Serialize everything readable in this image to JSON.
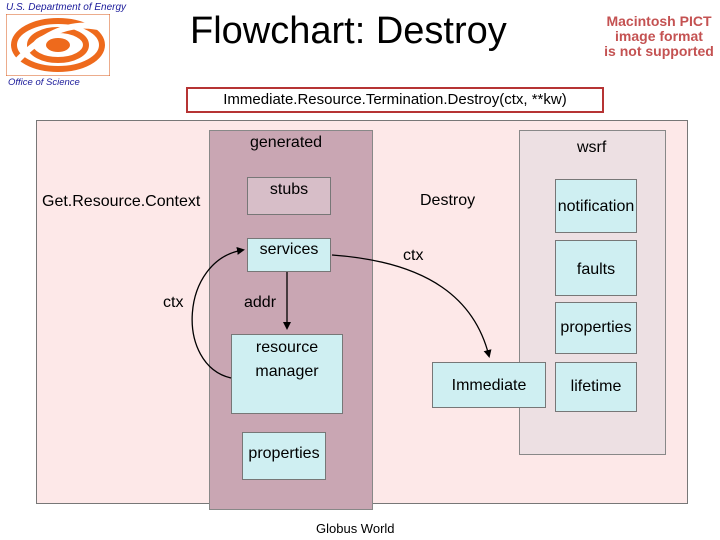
{
  "header": {
    "org_top": "U.S. Department of Energy",
    "org_bottom": "Office of Science",
    "title": "Flowchart: Destroy",
    "pict_placeholder": [
      "Macintosh PICT",
      "image format",
      "is not supported"
    ],
    "signature": "Immediate.Resource.Termination.Destroy(ctx, **kw)"
  },
  "diagram": {
    "generated_label": "generated",
    "wsrf_label": "wsrf",
    "get_resource_context": "Get.Resource.Context",
    "stubs": "stubs",
    "services": "services",
    "destroy": "Destroy",
    "ctx_right": "ctx",
    "ctx_left": "ctx",
    "addr": "addr",
    "resource_manager_line1": "resource",
    "resource_manager_line2": "manager",
    "properties_generated": "properties",
    "notification": "notification",
    "faults": "faults",
    "properties_wsrf": "properties",
    "immediate": "Immediate",
    "lifetime": "lifetime"
  },
  "footer": {
    "text": "Globus World"
  },
  "colors": {
    "frame_fill": "#fde8e8",
    "generated_fill": "#c9a6b3",
    "wsrf_fill": "#ede0e3",
    "box_fill": "#cfeff2",
    "signature_border": "#b63434",
    "pict_text": "#c45252",
    "logo_orange": "#ee6a1c"
  },
  "icons": {
    "logo": "doe-office-of-science-logo-icon"
  }
}
